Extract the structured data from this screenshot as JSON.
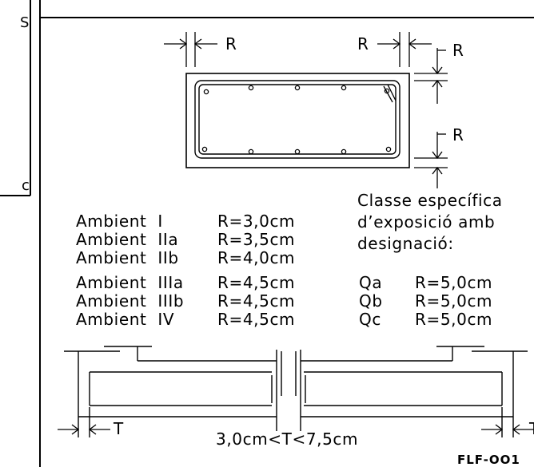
{
  "left_strip": {
    "top_char": "S",
    "bottom_char": "c"
  },
  "cover_label": "R",
  "t_label": "T",
  "exposure_heading": [
    "Classe específica",
    "d’exposició amb",
    "designació:"
  ],
  "ambients": [
    {
      "name": "Ambient  I",
      "value": "R=3,0cm"
    },
    {
      "name": "Ambient  IIa",
      "value": "R=3,5cm"
    },
    {
      "name": "Ambient  IIb",
      "value": "R=4,0cm"
    },
    {
      "name": "Ambient  IIIa",
      "value": "R=4,5cm"
    },
    {
      "name": "Ambient  IIIb",
      "value": "R=4,5cm"
    },
    {
      "name": "Ambient  IV",
      "value": "R=4,5cm"
    }
  ],
  "classes": [
    {
      "name": "Qa",
      "value": "R=5,0cm"
    },
    {
      "name": "Qb",
      "value": "R=5,0cm"
    },
    {
      "name": "Qc",
      "value": "R=5,0cm"
    }
  ],
  "t_range": "3,0cm<T<7,5cm",
  "drawing_code": "FLF-OO1",
  "colors": {
    "ink": "#000000",
    "paper": "#ffffff"
  }
}
